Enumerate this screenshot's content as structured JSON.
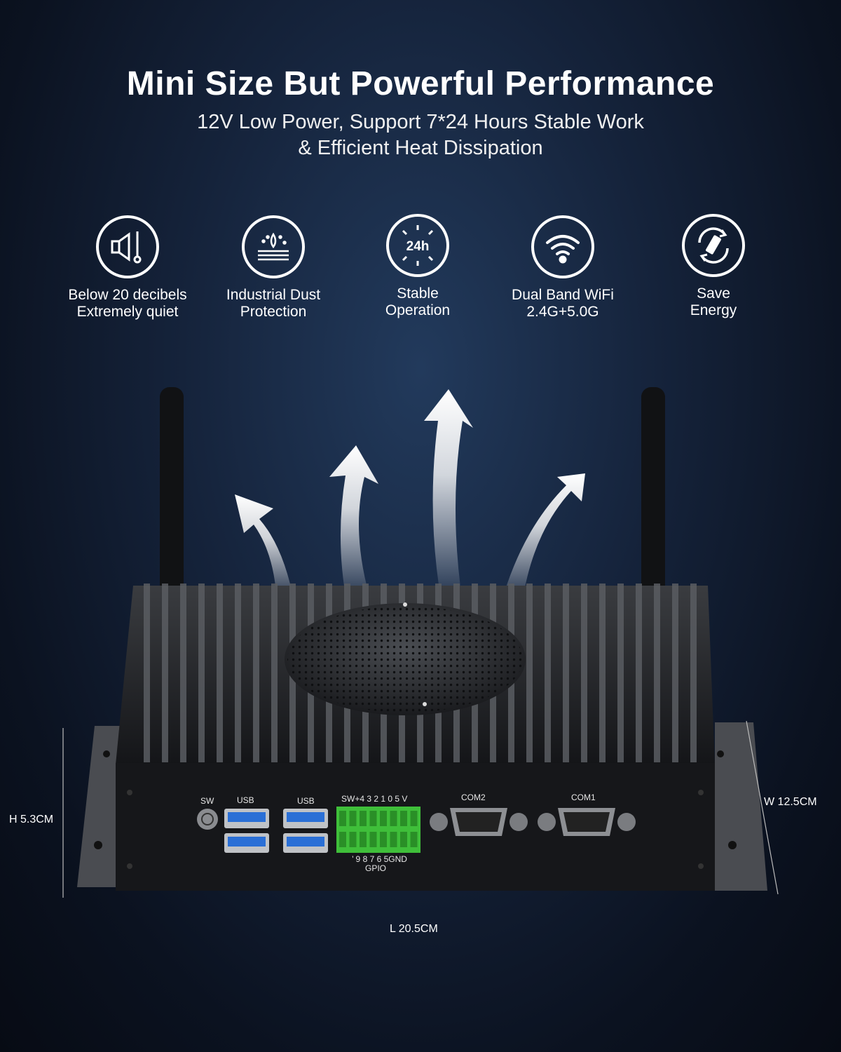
{
  "header": {
    "title": "Mini Size But Powerful Performance",
    "subtitle_line1": "12V Low Power, Support 7*24 Hours Stable Work",
    "subtitle_line2": "& Efficient Heat Dissipation"
  },
  "features": [
    {
      "icon": "speaker-quiet-icon",
      "line1": "Below 20 decibels",
      "line2": "Extremely quiet"
    },
    {
      "icon": "dust-protection-icon",
      "line1": "Industrial Dust",
      "line2": "Protection"
    },
    {
      "icon": "clock-24h-icon",
      "icon_text": "24h",
      "line1": "Stable",
      "line2": "Operation"
    },
    {
      "icon": "wifi-icon",
      "line1": "Dual Band WiFi",
      "line2": "2.4G+5.0G"
    },
    {
      "icon": "battery-cycle-icon",
      "line1": "Save",
      "line2": "Energy"
    }
  ],
  "ports": {
    "sw": "SW",
    "usb1": "USB",
    "usb2": "USB",
    "gpio_top": "SW+4 3 2 1 0 5 V",
    "gpio_bottom": "’ 9 8 7 6 5GND",
    "gpio": "GPIO",
    "com2": "COM2",
    "com1": "COM1"
  },
  "dimensions": {
    "height": "H 5.3CM",
    "width": "W 12.5CM",
    "length": "L 20.5CM"
  },
  "colors": {
    "background": "#0b1220",
    "case": "#1c1d20",
    "usb_blue": "#2a6fd6",
    "gpio_green": "#3fbf3a"
  }
}
